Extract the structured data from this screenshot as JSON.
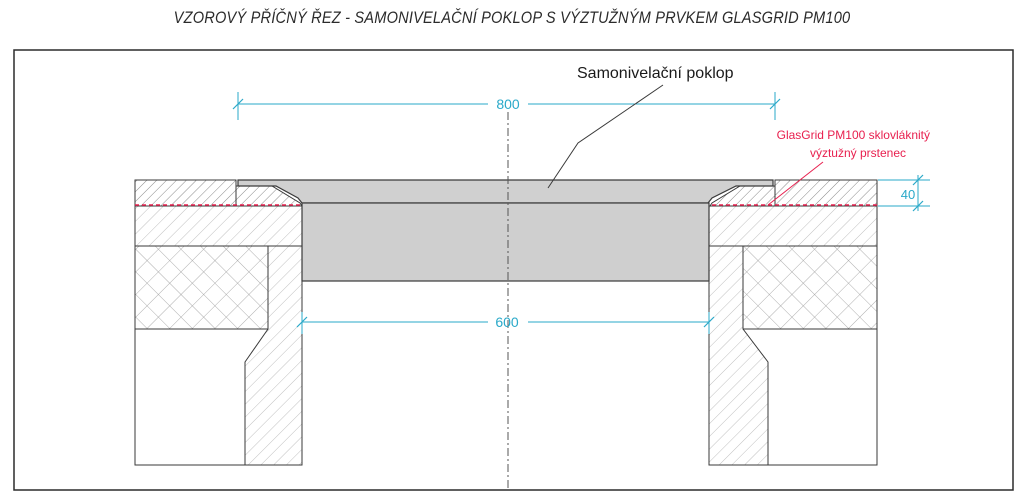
{
  "title": "VZOROVÝ PŘÍČNÝ ŘEZ - SAMONIVELAČNÍ POKLOP S VÝZTUŽNÝM PRVKEM GLASGRID PM100",
  "labels": {
    "cover": "Samonivelační poklop",
    "glasgrid_line1": "GlasGrid PM100 sklovláknitý",
    "glasgrid_line2": "výztužný prstenec"
  },
  "dimensions": {
    "top_width": "800",
    "inner_width": "600",
    "layer_thickness": "40"
  },
  "colors": {
    "dimension": "#2aa9c9",
    "glasgrid": "#e8204f",
    "cover_fill": "#d0d0d0",
    "outline": "#3a3a3a",
    "hatch": "#8a8a8a"
  }
}
